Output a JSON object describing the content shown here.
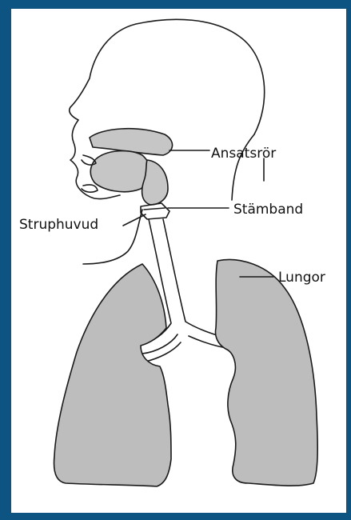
{
  "diagram": {
    "labels": {
      "ansatsror": "Ansatsrör",
      "stamband": "Stämband",
      "struphuvud": "Struphuvud",
      "lungor": "Lungor"
    }
  },
  "colors": {
    "frame": "#0d5483",
    "background": "#ffffff",
    "lung_fill": "#bdbdbd",
    "tract_fill": "#c6c6c6",
    "outline": "#1a1a1a"
  }
}
